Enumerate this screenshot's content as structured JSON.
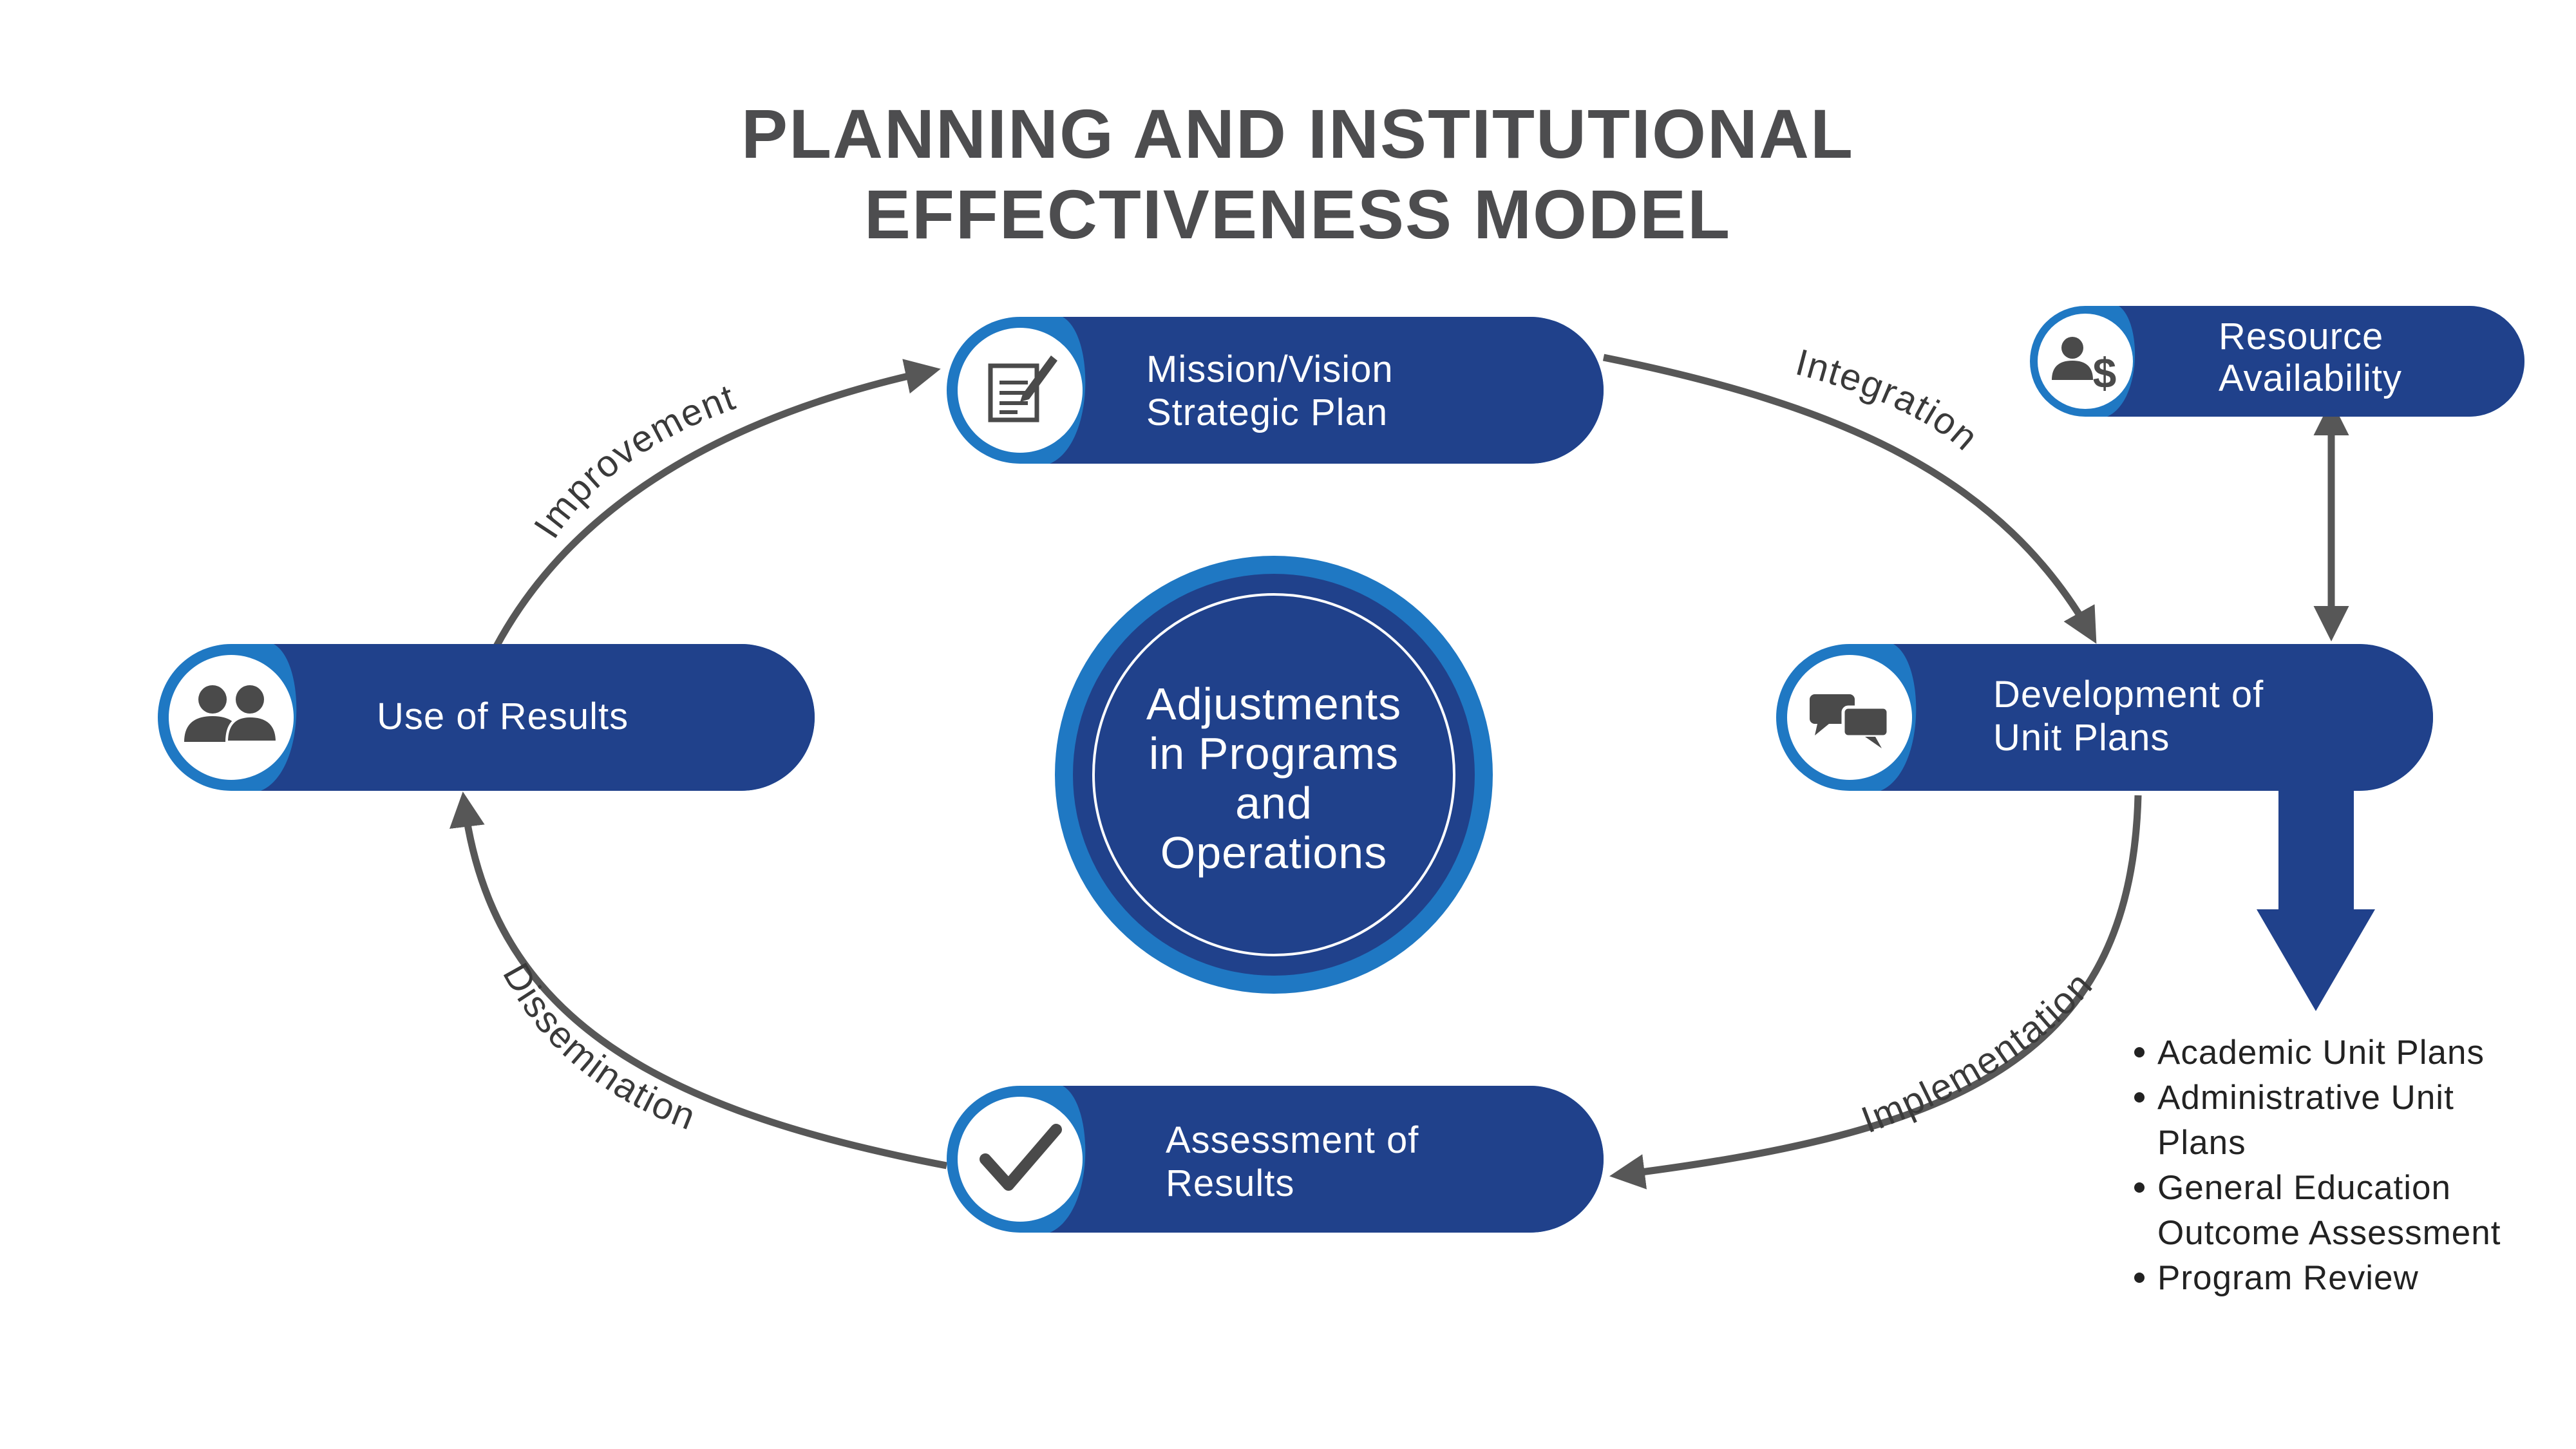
{
  "title": {
    "line1": "PLANNING AND INSTITUTIONAL",
    "line2": "EFFECTIVENESS MODEL"
  },
  "nodes": {
    "mission": {
      "line1": "Mission/Vision",
      "line2": "Strategic Plan",
      "icon": "document-edit-icon"
    },
    "development": {
      "line1": "Development of",
      "line2": "Unit Plans",
      "icon": "chat-bubbles-icon"
    },
    "assessment": {
      "line1": "Assessment of",
      "line2": "Results",
      "icon": "checkmark-icon"
    },
    "use_of_results": {
      "line1": "Use of Results",
      "icon": "users-icon"
    },
    "resource": {
      "line1": "Resource",
      "line2": "Availability",
      "icon": "user-dollar-icon"
    }
  },
  "edges": {
    "integration": "Integration",
    "implementation": "Implementation",
    "dissemination": "Dissemination",
    "improvement": "Improvement"
  },
  "center": {
    "lines": [
      "Adjustments",
      "in Programs",
      "and",
      "Operations"
    ]
  },
  "unit_plans": [
    {
      "lines": [
        "Academic Unit Plans"
      ]
    },
    {
      "lines": [
        "Administrative Unit",
        "Plans"
      ]
    },
    {
      "lines": [
        "General Education",
        "Outcome Assessment"
      ]
    },
    {
      "lines": [
        "Program Review"
      ]
    }
  ],
  "colors": {
    "dark_blue": "#20418b",
    "light_blue": "#1f78c3",
    "arrow_gray": "#575757",
    "title_gray": "#4d4d4f"
  }
}
